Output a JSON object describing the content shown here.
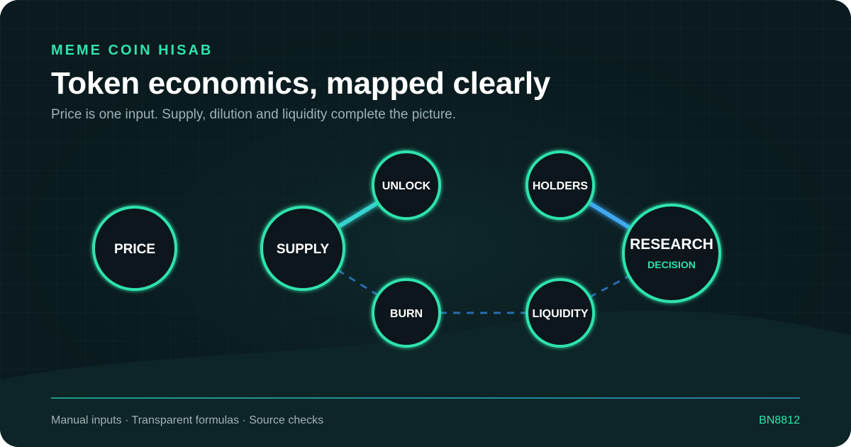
{
  "header": {
    "brand": "MEME COIN HISAB",
    "title": "Token economics, mapped clearly",
    "subtitle": "Price is one input. Supply, dilution and liquidity complete the picture."
  },
  "diagram": {
    "nodes": [
      {
        "id": "price",
        "label": "PRICE"
      },
      {
        "id": "supply",
        "label": "SUPPLY"
      },
      {
        "id": "unlock",
        "label": "UNLOCK"
      },
      {
        "id": "holders",
        "label": "HOLDERS"
      },
      {
        "id": "research",
        "label": "RESEARCH",
        "sublabel": "DECISION"
      },
      {
        "id": "burn",
        "label": "BURN"
      },
      {
        "id": "liquidity",
        "label": "LIQUIDITY"
      }
    ],
    "edges": [
      {
        "from": "price",
        "to": "supply",
        "style": "solid",
        "color": "#34d6bf"
      },
      {
        "from": "supply",
        "to": "unlock",
        "style": "solid",
        "color": "#36d3d0"
      },
      {
        "from": "unlock",
        "to": "holders",
        "style": "solid",
        "color": "#3ec4f0"
      },
      {
        "from": "holders",
        "to": "research",
        "style": "solid",
        "color": "#41a9f2"
      },
      {
        "from": "supply",
        "to": "burn",
        "style": "dashed",
        "color": "#2a6bb0"
      },
      {
        "from": "burn",
        "to": "liquidity",
        "style": "dashed",
        "color": "#2a6bb0"
      },
      {
        "from": "liquidity",
        "to": "research",
        "style": "dashed",
        "color": "#2a6bb0"
      }
    ]
  },
  "footer": {
    "features": "Manual inputs · Transparent formulas · Source checks",
    "code": "BN8812"
  },
  "colors": {
    "background": "#0a1a1e",
    "accent": "#2fe3ad",
    "node_fill": "#07161a",
    "node_stroke": "#2fe3ad",
    "dashed": "#2a6bb0"
  }
}
